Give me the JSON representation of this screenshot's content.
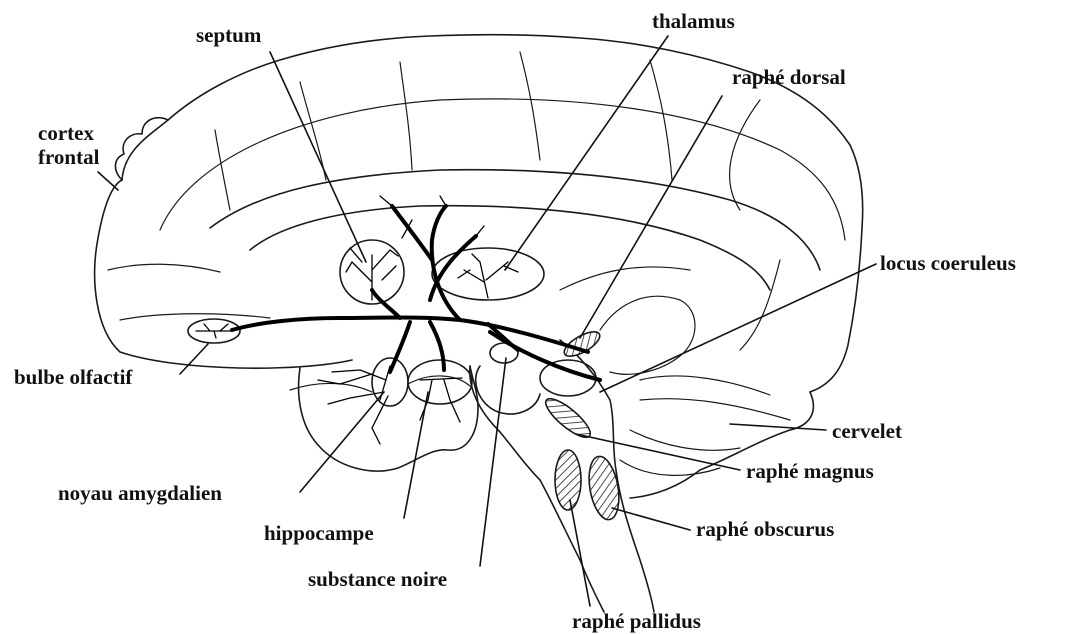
{
  "labels": {
    "septum": "septum",
    "thalamus": "thalamus",
    "raphe_dorsal": "raphé dorsal",
    "cortex_line1": "cortex",
    "cortex_line2": "frontal",
    "locus_coeruleus": "locus coeruleus",
    "bulbe_olfactif": "bulbe olfactif",
    "cervelet": "cervelet",
    "raphe_magnus": "raphé magnus",
    "noyau_amygdalien": "noyau amygdalien",
    "raphe_obscurus": "raphé obscurus",
    "hippocampe": "hippocampe",
    "substance_noire": "substance noire",
    "raphe_pallidus": "raphé pallidus"
  }
}
